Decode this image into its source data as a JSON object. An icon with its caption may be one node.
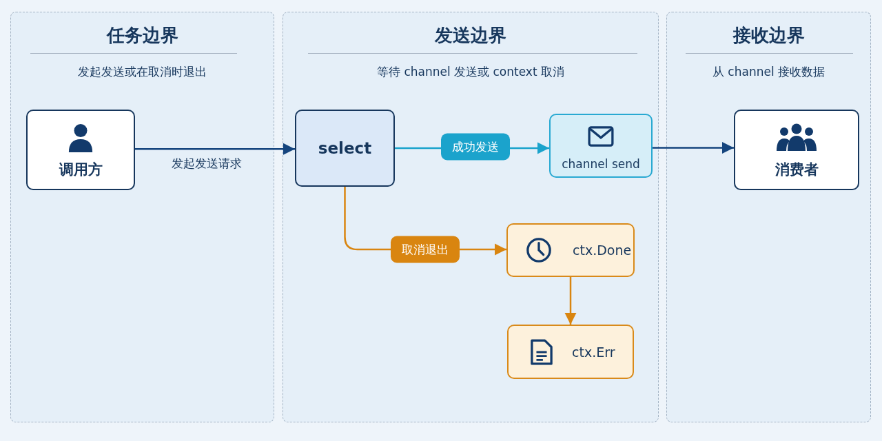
{
  "diagram": {
    "nodes": [
      {
        "text": [
          "任务边界",
          "发起发送或在取消时退出"
        ]
      },
      {
        "text": [
          "调用方"
        ],
        "in": 0
      },
      {
        "text": [
          "发送边界",
          "等待 channel 发送或 context 取消"
        ]
      },
      {
        "text": [
          "select"
        ],
        "in": 2
      },
      {
        "text": [
          "channel send"
        ],
        "in": 2
      },
      {
        "text": [
          "ctx.Done"
        ],
        "in": 2
      },
      {
        "text": [
          "ctx.Err"
        ],
        "in": 2
      },
      {
        "text": [
          "接收边界",
          "从 channel 接收数据"
        ]
      },
      {
        "text": [
          "消费者"
        ],
        "in": 7
      }
    ],
    "edges": [
      {
        "from": 1,
        "to": 3,
        "arrow": "to",
        "label": "发起发送请求"
      },
      {
        "from": 3,
        "to": 4,
        "arrow": "to",
        "label": "成功发送",
        "color": "#1ba3cc"
      },
      {
        "from": 4,
        "to": 8,
        "arrow": "to"
      },
      {
        "from": 3,
        "to": 5,
        "arrow": "to",
        "label": "取消退出",
        "color": "#d98510"
      },
      {
        "from": 5,
        "to": 6,
        "arrow": "to",
        "color": "#d98510"
      }
    ]
  }
}
